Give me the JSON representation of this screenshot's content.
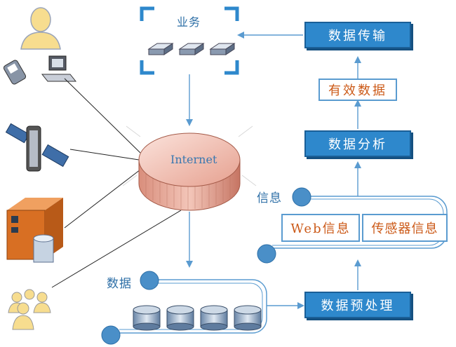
{
  "labels": {
    "business": "业务",
    "internet": "Internet",
    "info": "信息",
    "data": "数据"
  },
  "boxes": {
    "transmission": "数据传输",
    "valid_data": "有效数据",
    "analysis": "数据分析",
    "web_info": "Web信息",
    "sensor_info": "传感器信息",
    "preprocess": "数据预处理"
  },
  "colors": {
    "box_blue": "#2e88cc",
    "arrow_blue": "#5a9bd0",
    "text_orange": "#cc5a18",
    "disc_salmon": "#e8a89a"
  },
  "icons": [
    "user-icon",
    "phone-and-computer-icon",
    "satellite-icon",
    "server-icon",
    "group-icon"
  ]
}
